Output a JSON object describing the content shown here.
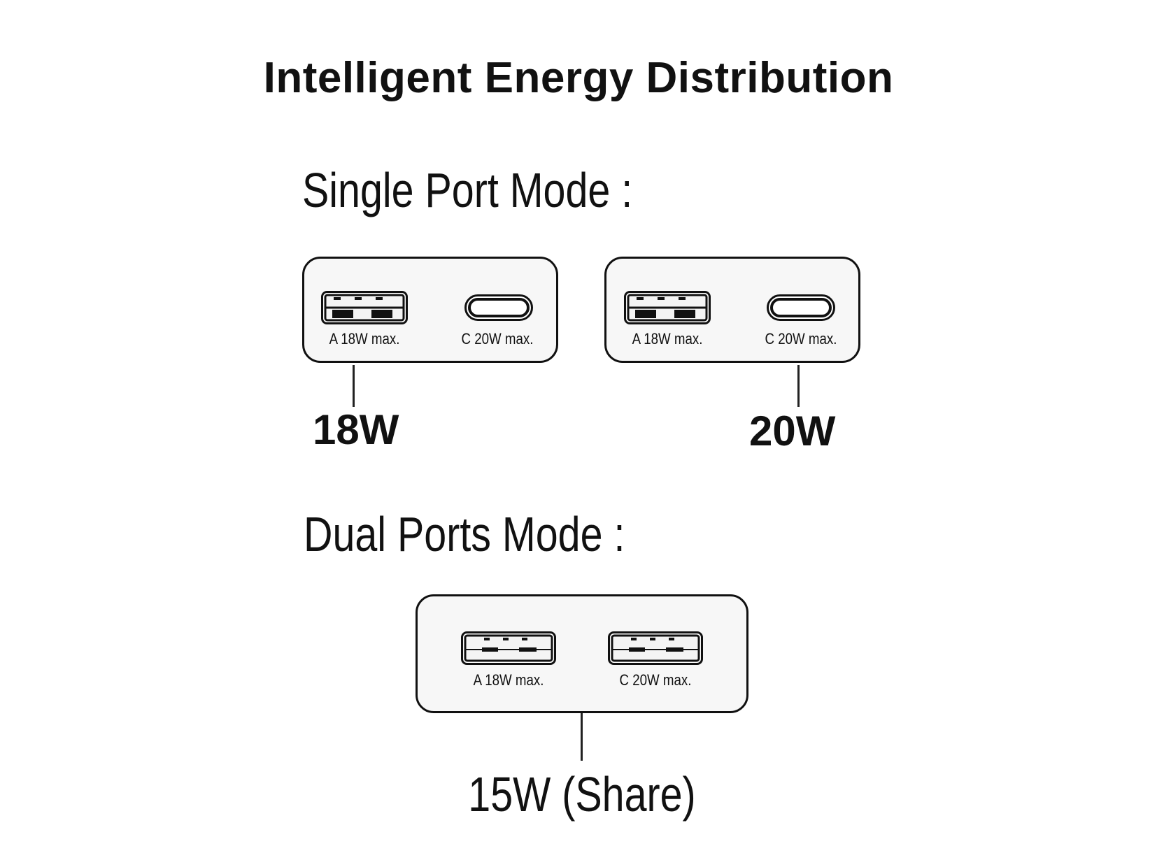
{
  "title": "Intelligent Energy Distribution",
  "single_mode": {
    "heading": "Single Port Mode :",
    "panels": [
      {
        "ports": [
          {
            "type": "usb-a",
            "label": "A 18W max."
          },
          {
            "type": "usb-c",
            "label": "C 20W max."
          }
        ],
        "active_port": "A",
        "output": "18W"
      },
      {
        "ports": [
          {
            "type": "usb-a",
            "label": "A 18W max."
          },
          {
            "type": "usb-c",
            "label": "C 20W max."
          }
        ],
        "active_port": "C",
        "output": "20W"
      }
    ]
  },
  "dual_mode": {
    "heading": "Dual Ports Mode :",
    "panel": {
      "ports": [
        {
          "type": "usb-a",
          "label": "A 18W max."
        },
        {
          "type": "usb-a",
          "label": "C 20W max."
        }
      ],
      "output": "15W (Share)"
    }
  }
}
